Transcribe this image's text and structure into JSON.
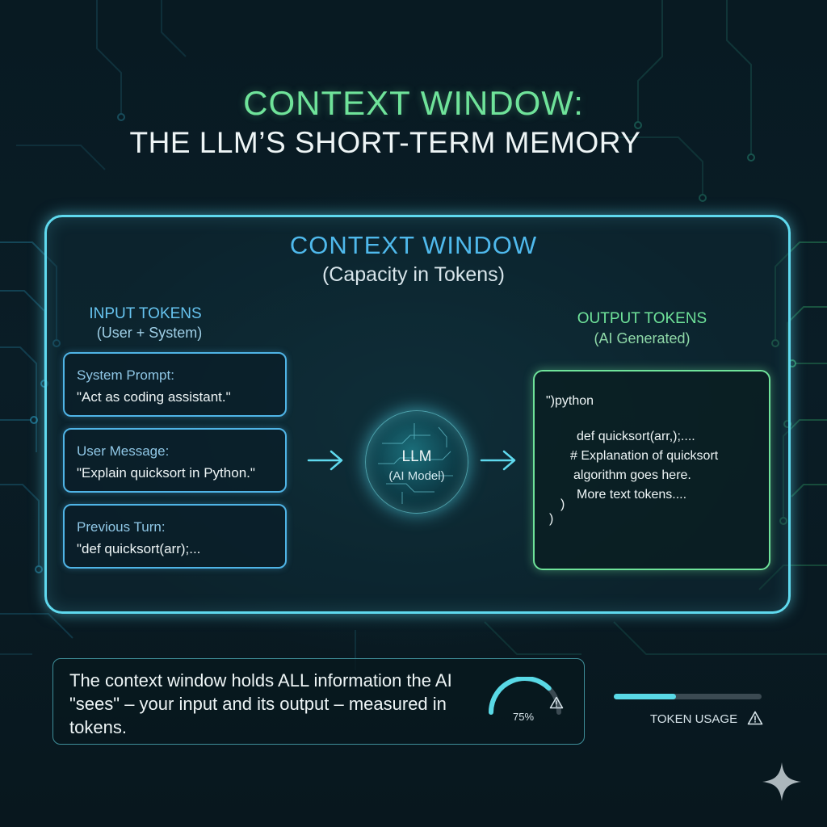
{
  "header": {
    "title": "CONTEXT WINDOW:",
    "subtitle": "THE LLM’S SHORT-TERM MEMORY"
  },
  "window": {
    "title": "CONTEXT WINDOW",
    "subtitle": "(Capacity in Tokens)"
  },
  "input": {
    "title": "INPUT TOKENS",
    "subtitle": "(User + System)",
    "cards": [
      {
        "label": "System Prompt:",
        "value": "\"Act as coding assistant.\""
      },
      {
        "label": "User Message:",
        "value": "\"Explain quicksort in Python.\""
      },
      {
        "label": "Previous Turn:",
        "value": "\"def quicksort(arr);..."
      }
    ]
  },
  "llm": {
    "name": "LLM",
    "subtitle": "(AI Model)"
  },
  "output": {
    "title": "OUTPUT TOKENS",
    "subtitle": "(AI Generated)",
    "lines": [
      "\")python",
      "def quicksort(arr,);....",
      "# Explanation of quicksort",
      "algorithm goes here.",
      "More text tokens....",
      ")",
      ")"
    ]
  },
  "caption": {
    "text": "The context window holds ALL information the AI \"sees\" – your input and its output – measured in tokens."
  },
  "gauge": {
    "value_label": "75%",
    "value": 0.75
  },
  "usage": {
    "label": "TOKEN USAGE",
    "fill": 0.42
  },
  "colors": {
    "accent_green": "#6fe39a",
    "accent_cyan": "#5fd9ee",
    "accent_blue": "#4fb4e6",
    "background": "#07151c"
  },
  "icons": {
    "flow_arrow": "arrow-right-icon",
    "warning": "warning-triangle-icon",
    "brand": "sparkle-icon"
  }
}
